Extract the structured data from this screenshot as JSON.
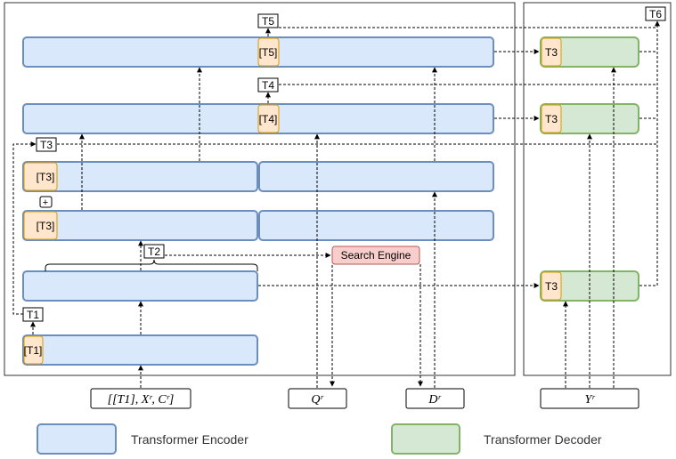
{
  "tokens": {
    "t1": "[T1]",
    "t3": "[T3]",
    "t4": "[T4]",
    "t5": "[T5]",
    "t3_plain": "T3"
  },
  "tags": {
    "t1": "T1",
    "t2": "T2",
    "t3": "T3",
    "t4": "T4",
    "t5": "T5",
    "t6": "T6"
  },
  "combine_symbol": "+",
  "search_engine": "Search Engine",
  "inputs": {
    "encoder_input": "[[T1], Xʳ, Cʳ]",
    "query": "Qʳ",
    "documents": "Dʳ",
    "target": "Yʳ"
  },
  "legend": {
    "encoder": "Transformer Encoder",
    "decoder": "Transformer Decoder"
  },
  "colors": {
    "encoder_fill": "#dae8fc",
    "encoder_stroke": "#6c8ebf",
    "decoder_fill": "#d5e8d4",
    "decoder_stroke": "#82b366",
    "token_fill": "#ffe6cc",
    "token_stroke": "#d79b00",
    "search_fill": "#f8cecc",
    "search_stroke": "#b85450"
  }
}
